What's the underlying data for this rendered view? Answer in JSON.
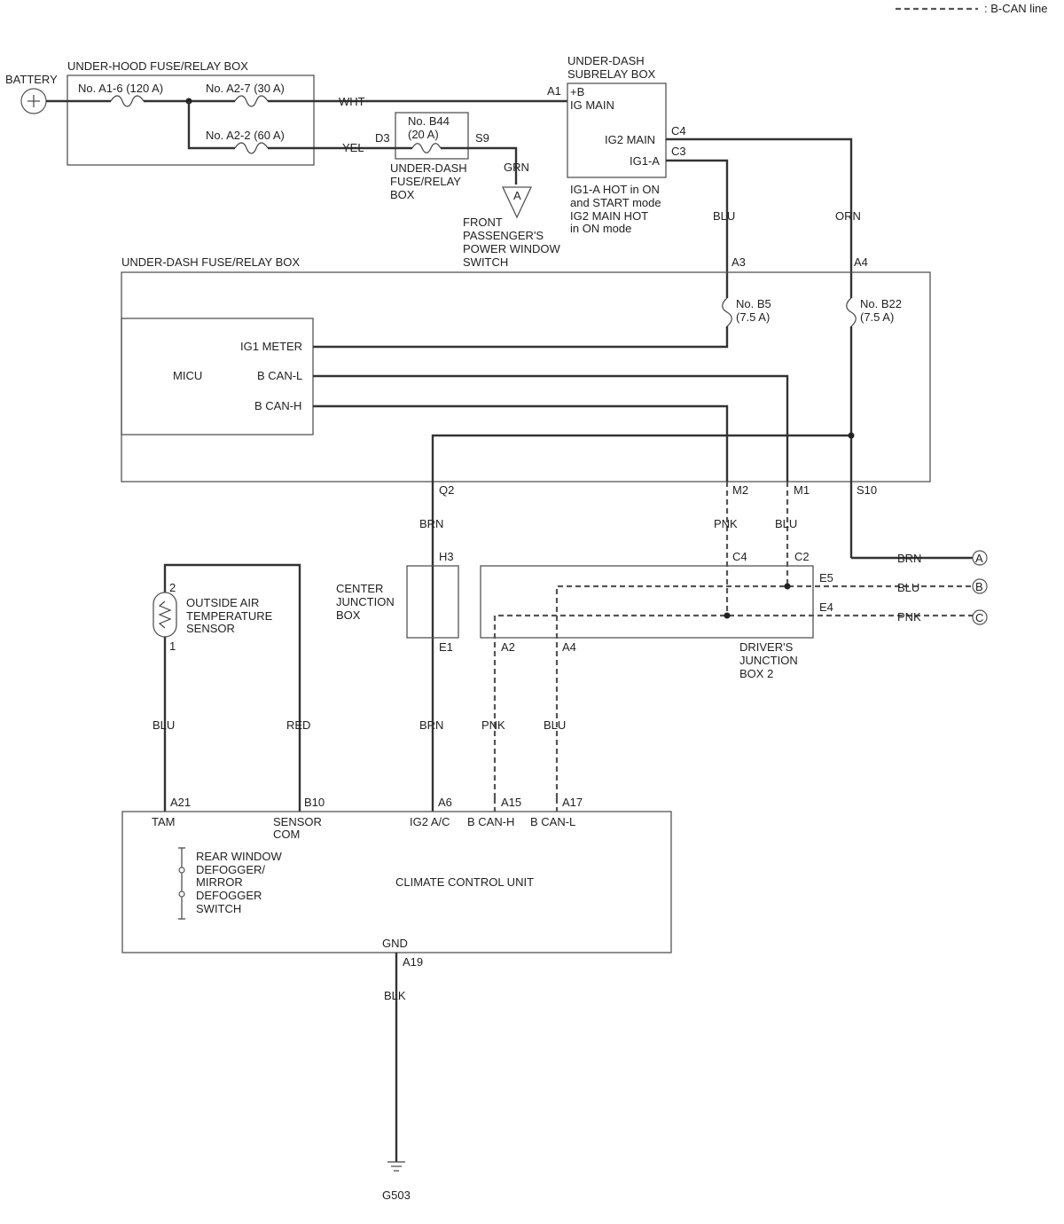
{
  "legend": {
    "label": ": B-CAN line"
  },
  "components": {
    "battery": "BATTERY",
    "underhood_box": "UNDER-HOOD FUSE/RELAY BOX",
    "fuse_a1_6": "No. A1-6 (120 A)",
    "fuse_a2_7": "No. A2-7 (30 A)",
    "fuse_a2_2": "No. A2-2 (60 A)",
    "fuse_b44_1": "No. B44",
    "fuse_b44_2": "(20 A)",
    "underdash_small_1": "UNDER-DASH",
    "underdash_small_2": "FUSE/RELAY",
    "underdash_small_3": "BOX",
    "subrelay_1": "UNDER-DASH",
    "subrelay_2": "SUBRELAY BOX",
    "subrelay_b": "+B",
    "subrelay_igmain": "IG MAIN",
    "subrelay_ig2main": "IG2 MAIN",
    "subrelay_ig1a": "IG1-A",
    "note_1": "IG1-A HOT in ON",
    "note_2": "and START mode",
    "note_3": "IG2 MAIN HOT",
    "note_4": "in ON mode",
    "fps_1": "FRONT",
    "fps_2": "PASSENGER'S",
    "fps_3": "POWER WINDOW",
    "fps_4": "SWITCH",
    "underdash_box": "UNDER-DASH FUSE/RELAY BOX",
    "fuse_b5_1": "No. B5",
    "fuse_b5_2": "(7.5 A)",
    "fuse_b22_1": "No. B22",
    "fuse_b22_2": "(7.5 A)",
    "micu": "MICU",
    "ig1_meter": "IG1 METER",
    "bcan_l": "B CAN-L",
    "bcan_h": "B CAN-H",
    "oats_1": "OUTSIDE AIR",
    "oats_2": "TEMPERATURE",
    "oats_3": "SENSOR",
    "cjb_1": "CENTER",
    "cjb_2": "JUNCTION",
    "cjb_3": "BOX",
    "djb_1": "DRIVER'S",
    "djb_2": "JUNCTION",
    "djb_3": "BOX 2",
    "ccu": "CLIMATE CONTROL UNIT",
    "tam": "TAM",
    "sensor_1": "SENSOR",
    "sensor_2": "COM",
    "ig2ac": "IG2 A/C",
    "ccu_canh": "B CAN-H",
    "ccu_canl": "B CAN-L",
    "defog_1": "REAR WINDOW",
    "defog_2": "DEFOGGER/",
    "defog_3": "MIRROR",
    "defog_4": "DEFOGGER",
    "defog_5": "SWITCH",
    "gnd": "GND",
    "ground": "G503"
  },
  "wire_colors": {
    "wht": "WHT",
    "yel": "YEL",
    "grn": "GRN",
    "blu_a3": "BLU",
    "orn": "ORN",
    "brn_q2": "BRN",
    "pnk_m2": "PNK",
    "blu_m1": "BLU",
    "brn_a": "BRN",
    "blu_b": "BLU",
    "pnk_c": "PNK",
    "blu_tam": "BLU",
    "red": "RED",
    "brn_a6": "BRN",
    "pnk_a15": "PNK",
    "blu_a17": "BLU",
    "blk": "BLK"
  },
  "pins": {
    "a1": "A1",
    "d3": "D3",
    "s9": "S9",
    "c4_sub": "C4",
    "c3_sub": "C3",
    "a3": "A3",
    "a4_ud": "A4",
    "q2": "Q2",
    "m2": "M2",
    "m1": "M1",
    "s10": "S10",
    "h3": "H3",
    "e1": "E1",
    "c4_djb": "C4",
    "c2_djb": "C2",
    "e5": "E5",
    "e4": "E4",
    "a2_djb": "A2",
    "a4_djb": "A4",
    "pin2": "2",
    "pin1": "1",
    "a21": "A21",
    "b10": "B10",
    "a6": "A6",
    "a15": "A15",
    "a17": "A17",
    "a19": "A19"
  },
  "connectors": {
    "a": "A",
    "b": "B",
    "c": "C"
  }
}
